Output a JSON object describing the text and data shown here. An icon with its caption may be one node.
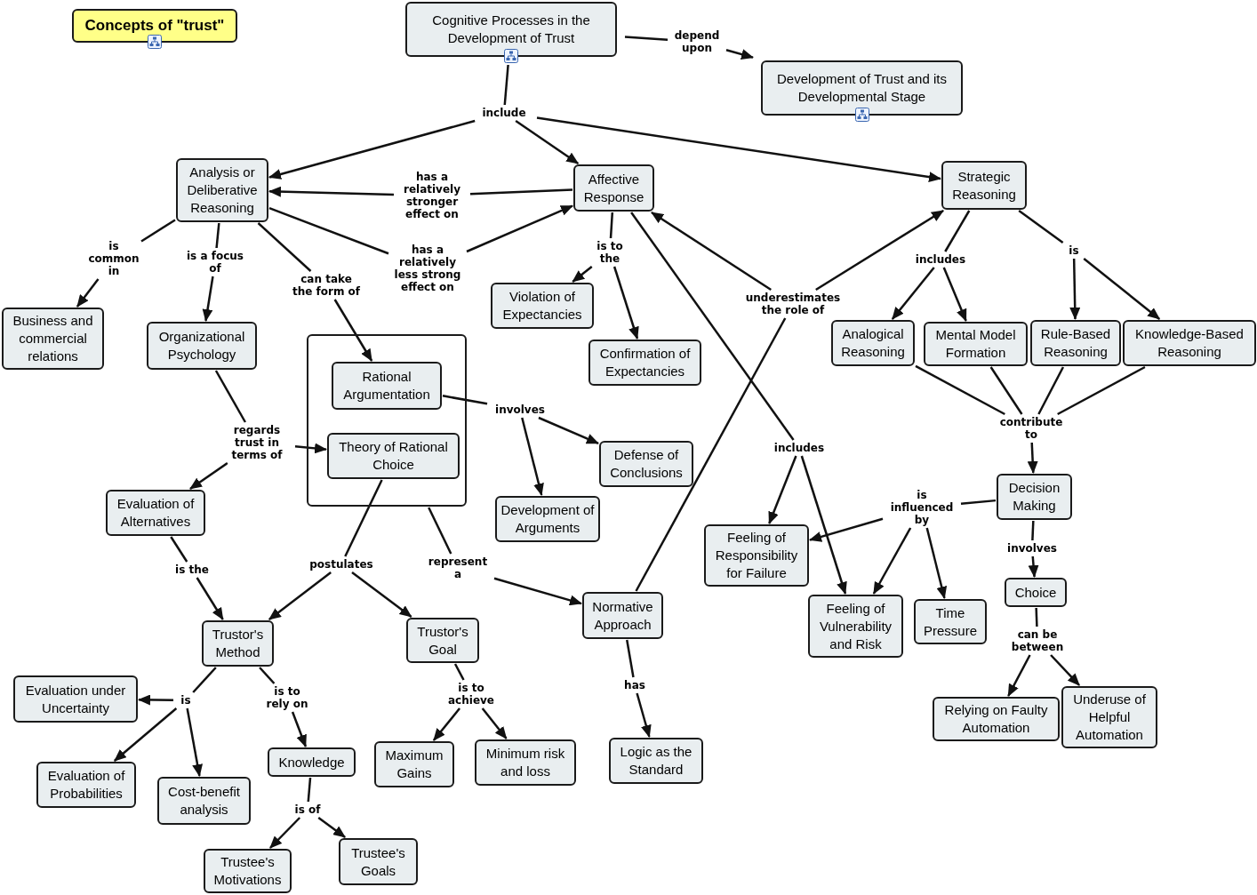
{
  "diagram": {
    "nodes": [
      {
        "text": [
          "Concepts of \"trust\""
        ]
      },
      {
        "text": [
          "Cognitive Processes in the Development of Trust"
        ]
      },
      {
        "text": [
          "Development of Trust and its Developmental Stage"
        ]
      },
      {
        "text": [
          "Analysis or Deliberative Reasoning"
        ]
      },
      {
        "text": [
          "Affective Response"
        ]
      },
      {
        "text": [
          "Strategic Reasoning"
        ]
      },
      {
        "text": [
          "Business and commercial relations"
        ]
      },
      {
        "text": [
          "Organizational Psychology"
        ]
      },
      {
        "text": [],
        "shape": "box"
      },
      {
        "text": [
          "Rational Argumentation"
        ],
        "in": 8
      },
      {
        "text": [
          "Theory of Rational Choice"
        ],
        "in": 8
      },
      {
        "text": [
          "Violation of Expectancies"
        ]
      },
      {
        "text": [
          "Confirmation of Expectancies"
        ]
      },
      {
        "text": [
          "Analogical Reasoning"
        ]
      },
      {
        "text": [
          "Mental Model Formation"
        ]
      },
      {
        "text": [
          "Rule-Based Reasoning"
        ]
      },
      {
        "text": [
          "Knowledge-Based Reasoning"
        ]
      },
      {
        "text": [
          "Defense of Conclusions"
        ]
      },
      {
        "text": [
          "Development of Arguments"
        ]
      },
      {
        "text": [
          "Evaluation of Alternatives"
        ]
      },
      {
        "text": [
          "Decision Making"
        ]
      },
      {
        "text": [
          "Feeling of Responsibility for Failure"
        ]
      },
      {
        "text": [
          "Feeling of Vulnerability and Risk"
        ]
      },
      {
        "text": [
          "Time Pressure"
        ]
      },
      {
        "text": [
          "Normative Approach"
        ]
      },
      {
        "text": [
          "Trustor's Method"
        ]
      },
      {
        "text": [
          "Trustor's Goal"
        ]
      },
      {
        "text": [
          "Choice"
        ]
      },
      {
        "text": [
          "Evaluation under Uncertainty"
        ]
      },
      {
        "text": [
          "Relying on Faulty Automation"
        ]
      },
      {
        "text": [
          "Underuse of Helpful Automation"
        ]
      },
      {
        "text": [
          "Logic as the Standard"
        ]
      },
      {
        "text": [
          "Knowledge"
        ]
      },
      {
        "text": [
          "Maximum Gains"
        ]
      },
      {
        "text": [
          "Minimum risk and loss"
        ]
      },
      {
        "text": [
          "Evaluation of Probabilities"
        ]
      },
      {
        "text": [
          "Cost-benefit analysis"
        ]
      },
      {
        "text": [
          "Trustee's Motivations"
        ]
      },
      {
        "text": [
          "Trustee's Goals"
        ]
      },
      {
        "text": [
          "depend upon"
        ]
      },
      {
        "text": [
          "include"
        ]
      },
      {
        "text": [
          "has a relatively stronger effect on"
        ]
      },
      {
        "text": [
          "is common in"
        ]
      },
      {
        "text": [
          "is a focus of"
        ]
      },
      {
        "text": [
          "can take the form of"
        ]
      },
      {
        "text": [
          "has a relatively less strong effect on"
        ]
      },
      {
        "text": [
          "is to the"
        ]
      },
      {
        "text": [
          "underestimates the role of"
        ]
      },
      {
        "text": [
          "includes"
        ]
      },
      {
        "text": [
          "is"
        ]
      },
      {
        "text": [
          "involves"
        ]
      },
      {
        "text": [
          "regards trust in terms of"
        ]
      },
      {
        "text": [
          "contribute to"
        ]
      },
      {
        "text": [
          "includes"
        ]
      },
      {
        "text": [
          "is influenced by"
        ]
      },
      {
        "text": [
          "postulates"
        ]
      },
      {
        "text": [
          "represent a"
        ]
      },
      {
        "text": [
          "is the"
        ]
      },
      {
        "text": [
          "involves"
        ]
      },
      {
        "text": [
          "is"
        ]
      },
      {
        "text": [
          "is to rely on"
        ]
      },
      {
        "text": [
          "is to achieve"
        ]
      },
      {
        "text": [
          "has"
        ]
      },
      {
        "text": [
          "can be between"
        ]
      },
      {
        "text": [
          "is of"
        ]
      }
    ],
    "edges": [
      {
        "from": 1,
        "to": 39,
        "arrow": "none"
      },
      {
        "from": 39,
        "to": 2,
        "arrow": "to"
      },
      {
        "from": 1,
        "to": 40,
        "arrow": "none"
      },
      {
        "from": 40,
        "to": 3,
        "arrow": "to"
      },
      {
        "from": 40,
        "to": 4,
        "arrow": "to"
      },
      {
        "from": 40,
        "to": 5,
        "arrow": "to"
      },
      {
        "from": 4,
        "to": 41,
        "arrow": "none"
      },
      {
        "from": 41,
        "to": 3,
        "arrow": "to"
      },
      {
        "from": 3,
        "to": 42,
        "arrow": "none"
      },
      {
        "from": 42,
        "to": 6,
        "arrow": "to"
      },
      {
        "from": 3,
        "to": 43,
        "arrow": "none"
      },
      {
        "from": 43,
        "to": 7,
        "arrow": "to"
      },
      {
        "from": 3,
        "to": 44,
        "arrow": "none"
      },
      {
        "from": 44,
        "to": 9,
        "arrow": "to"
      },
      {
        "from": 3,
        "to": 45,
        "arrow": "none"
      },
      {
        "from": 45,
        "to": 4,
        "arrow": "to"
      },
      {
        "from": 4,
        "to": 46,
        "arrow": "none"
      },
      {
        "from": 46,
        "to": 11,
        "arrow": "to"
      },
      {
        "from": 46,
        "to": 12,
        "arrow": "to"
      },
      {
        "from": 24,
        "to": 47,
        "arrow": "none"
      },
      {
        "from": 47,
        "to": 4,
        "arrow": "to"
      },
      {
        "from": 47,
        "to": 5,
        "arrow": "to"
      },
      {
        "from": 5,
        "to": 48,
        "arrow": "none"
      },
      {
        "from": 48,
        "to": 13,
        "arrow": "to"
      },
      {
        "from": 48,
        "to": 14,
        "arrow": "to"
      },
      {
        "from": 5,
        "to": 49,
        "arrow": "none"
      },
      {
        "from": 49,
        "to": 15,
        "arrow": "to"
      },
      {
        "from": 49,
        "to": 16,
        "arrow": "to"
      },
      {
        "from": 9,
        "to": 50,
        "arrow": "none"
      },
      {
        "from": 50,
        "to": 17,
        "arrow": "to"
      },
      {
        "from": 50,
        "to": 18,
        "arrow": "to"
      },
      {
        "from": 7,
        "to": 51,
        "arrow": "none"
      },
      {
        "from": 51,
        "to": 10,
        "arrow": "to"
      },
      {
        "from": 51,
        "to": 19,
        "arrow": "to"
      },
      {
        "from": 13,
        "to": 52,
        "arrow": "none"
      },
      {
        "from": 14,
        "to": 52,
        "arrow": "none"
      },
      {
        "from": 15,
        "to": 52,
        "arrow": "none"
      },
      {
        "from": 16,
        "to": 52,
        "arrow": "none"
      },
      {
        "from": 52,
        "to": 20,
        "arrow": "to"
      },
      {
        "from": 4,
        "to": 53,
        "arrow": "none"
      },
      {
        "from": 53,
        "to": 21,
        "arrow": "to"
      },
      {
        "from": 53,
        "to": 22,
        "arrow": "to"
      },
      {
        "from": 20,
        "to": 54,
        "arrow": "none"
      },
      {
        "from": 54,
        "to": 21,
        "arrow": "to"
      },
      {
        "from": 54,
        "to": 22,
        "arrow": "to"
      },
      {
        "from": 54,
        "to": 23,
        "arrow": "to"
      },
      {
        "from": 10,
        "to": 55,
        "arrow": "none"
      },
      {
        "from": 55,
        "to": 25,
        "arrow": "to"
      },
      {
        "from": 55,
        "to": 26,
        "arrow": "to"
      },
      {
        "from": 8,
        "to": 56,
        "arrow": "none"
      },
      {
        "from": 56,
        "to": 24,
        "arrow": "to"
      },
      {
        "from": 19,
        "to": 57,
        "arrow": "none"
      },
      {
        "from": 57,
        "to": 25,
        "arrow": "to"
      },
      {
        "from": 20,
        "to": 58,
        "arrow": "none"
      },
      {
        "from": 58,
        "to": 27,
        "arrow": "to"
      },
      {
        "from": 25,
        "to": 59,
        "arrow": "none"
      },
      {
        "from": 59,
        "to": 28,
        "arrow": "to"
      },
      {
        "from": 59,
        "to": 35,
        "arrow": "to"
      },
      {
        "from": 59,
        "to": 36,
        "arrow": "to"
      },
      {
        "from": 25,
        "to": 60,
        "arrow": "none"
      },
      {
        "from": 60,
        "to": 32,
        "arrow": "to"
      },
      {
        "from": 26,
        "to": 61,
        "arrow": "none"
      },
      {
        "from": 61,
        "to": 33,
        "arrow": "to"
      },
      {
        "from": 61,
        "to": 34,
        "arrow": "to"
      },
      {
        "from": 24,
        "to": 62,
        "arrow": "none"
      },
      {
        "from": 62,
        "to": 31,
        "arrow": "to"
      },
      {
        "from": 27,
        "to": 63,
        "arrow": "none"
      },
      {
        "from": 63,
        "to": 29,
        "arrow": "to"
      },
      {
        "from": 63,
        "to": 30,
        "arrow": "to"
      },
      {
        "from": 32,
        "to": 64,
        "arrow": "none"
      },
      {
        "from": 64,
        "to": 37,
        "arrow": "to"
      },
      {
        "from": 64,
        "to": 38,
        "arrow": "to"
      }
    ]
  }
}
